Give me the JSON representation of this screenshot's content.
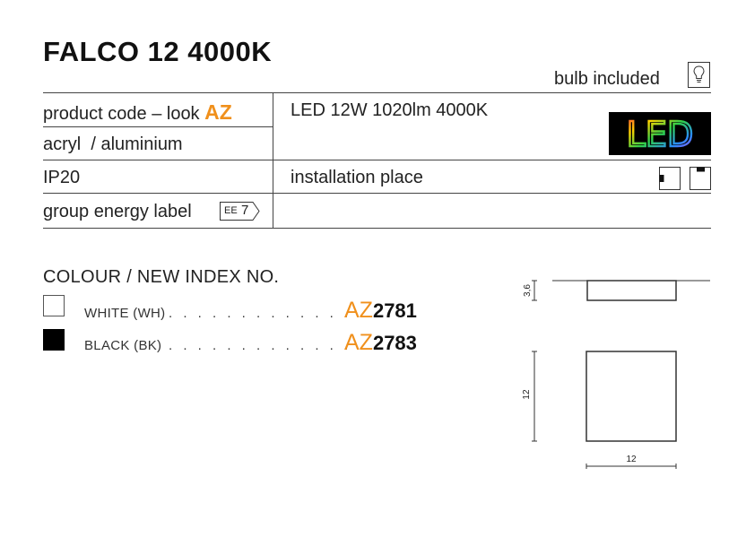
{
  "product": {
    "title": "FALCO 12 4000K",
    "bulb_included": "bulb included",
    "bulb_icon": "lightbulb-icon"
  },
  "specs": {
    "product_code_label": "product code – look",
    "product_code_brand": "AZ",
    "material": "acryl  / aluminium",
    "ip_rating": "IP20",
    "energy_label": "group energy label",
    "energy_badge_text": "EE",
    "energy_badge_value": "7",
    "light_source": "LED 12W 1020lm 4000K",
    "led_logo_text": "LED",
    "installation": "installation place"
  },
  "colours": {
    "title": "COLOUR / NEW INDEX NO.",
    "items": [
      {
        "name": "WHITE (WH)",
        "dots": ". . . . . . . . . . . . . .",
        "code_prefix": "AZ",
        "code_number": "2781",
        "swatch": "#ffffff"
      },
      {
        "name": "BLACK (BK)",
        "dots": ". . . . . . . . . . . . . .",
        "code_prefix": "AZ",
        "code_number": "2783",
        "swatch": "#000000"
      }
    ]
  },
  "drawing": {
    "height_dim": "3,6",
    "depth_dim": "12",
    "width_dim": "12"
  },
  "colors": {
    "accent": "#f0901c",
    "text": "#222222",
    "rule": "#444444"
  }
}
